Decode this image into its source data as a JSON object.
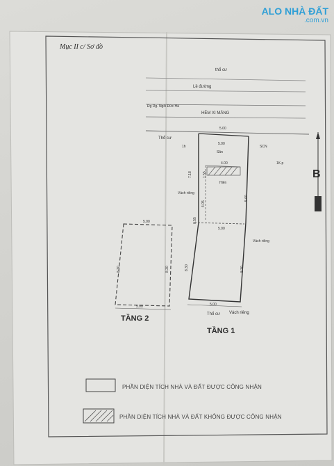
{
  "header": {
    "section_title": "Mục II c/ Sơ đồ"
  },
  "site": {
    "label_tho_cu_top": "thổ cư",
    "label_le_duong": "Lề đường",
    "label_road": "Đg Dg. Ngôi Đức Hà",
    "label_hem": "HẺM XI MĂNG",
    "label_tho_cu_left": "Thổ cư",
    "label_tho_cu_bottom": "Thổ cư",
    "label_vach_rieng_1": "Vách riêng",
    "label_vach_rieng_2": "Vách riêng",
    "label_vach_rieng_3": "Vách riêng",
    "label_san": "Sân",
    "label_hien": "Hiên",
    "label_scn": "SCN",
    "label_right_small": "1K.p",
    "label_left_small": "1h"
  },
  "dimensions": {
    "top_width": "5.00",
    "yard_width": "5.00",
    "porch_width": "4.00",
    "mid_width": "5.00",
    "floor1_bottom": "5.00",
    "floor2_top": "5.00",
    "floor2_bottom": "5.00",
    "left_height": "7.18",
    "porch_height": "4.05",
    "right_height": "5.60",
    "small_a": "0.55",
    "small_b": "1.55",
    "floor1_left": "8.30",
    "floor1_right": "8.30",
    "floor2_left": "8.30",
    "floor2_right": "8.30"
  },
  "floors": {
    "floor2": "TẦNG 2",
    "floor1": "TẦNG 1"
  },
  "legend": {
    "recognized": "PHẦN DIỆN TÍCH NHÀ VÀ ĐẤT ĐƯỢC CÔNG NHẬN",
    "not_recognized": "PHẦN DIỆN TÍCH NHÀ VÀ ĐẤT KHÔNG ĐƯỢC CÔNG NHẬN"
  },
  "marker": {
    "letter": "B"
  },
  "watermark": {
    "brand": "ALO NHÀ ĐẤT",
    "domain": ".com.vn"
  }
}
